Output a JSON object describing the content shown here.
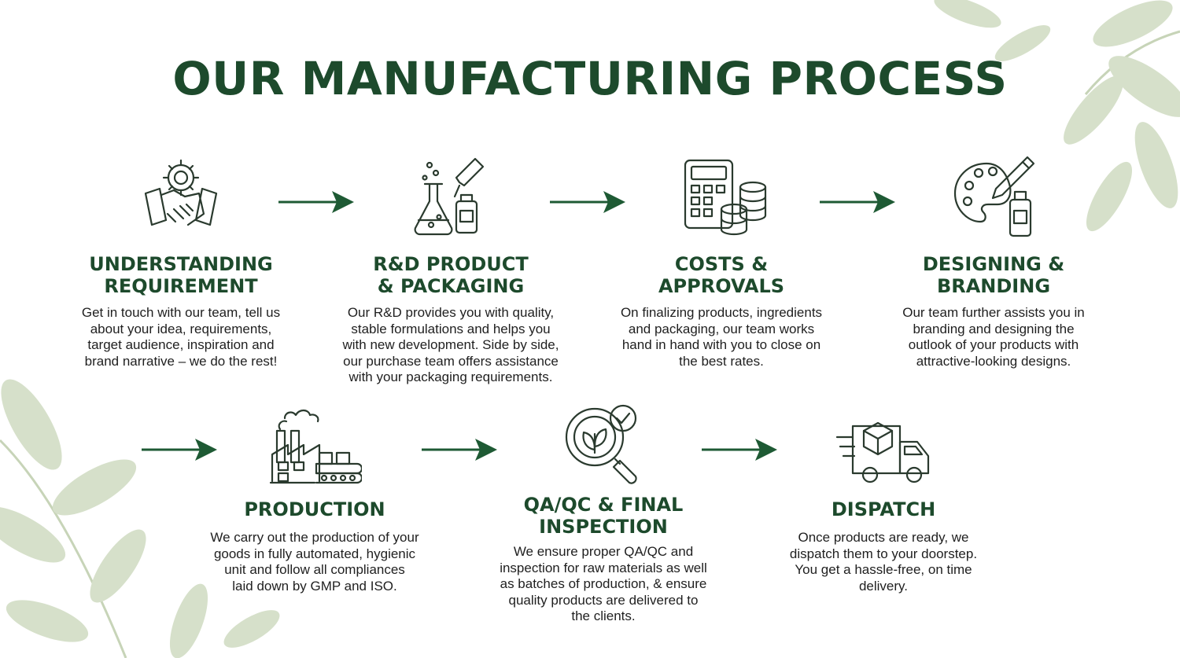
{
  "title": "OUR MANUFACTURING PROCESS",
  "colors": {
    "heading": "#1d4a2c",
    "arrow": "#1e5a34",
    "body_text": "#1f1f1f",
    "leaf": "#c9d6b8"
  },
  "steps": [
    {
      "icon": "handshake-gear-icon",
      "title_line1": "UNDERSTANDING",
      "title_line2": "REQUIREMENT",
      "desc_lines": [
        "Get in touch with our team, tell us",
        "about your idea, requirements,",
        "target audience, inspiration and",
        "brand narrative – we do the rest!"
      ]
    },
    {
      "icon": "lab-flask-dropper-icon",
      "title_line1": "R&D PRODUCT",
      "title_line2": "& PACKAGING",
      "desc_lines": [
        "Our R&D provides you with quality,",
        "stable formulations and helps you",
        "with new development. Side by side,",
        "our purchase team offers assistance",
        "with your packaging requirements."
      ]
    },
    {
      "icon": "calculator-coins-icon",
      "title_line1": "COSTS &",
      "title_line2": "APPROVALS",
      "desc_lines": [
        "On finalizing products, ingredients",
        "and packaging, our team works",
        "hand in hand with you to close on",
        "the best rates."
      ]
    },
    {
      "icon": "palette-pencil-icon",
      "title_line1": "DESIGNING &",
      "title_line2": "BRANDING",
      "desc_lines": [
        "Our team further assists you in",
        "branding and designing the",
        "outlook of your products with",
        "attractive-looking designs."
      ]
    },
    {
      "icon": "factory-icon",
      "title_line1": "PRODUCTION",
      "title_line2": "",
      "desc_lines": [
        "We carry out the production of your",
        "goods in fully automated, hygienic",
        "unit and follow all compliances",
        "laid down by GMP and ISO."
      ]
    },
    {
      "icon": "magnifier-leaf-check-icon",
      "title_line1": "QA/QC & FINAL",
      "title_line2": "INSPECTION",
      "desc_lines": [
        "We ensure proper QA/QC and",
        "inspection for raw materials as well",
        "as batches of production, & ensure",
        "quality products are delivered to",
        "the clients."
      ]
    },
    {
      "icon": "delivery-truck-icon",
      "title_line1": "DISPATCH",
      "title_line2": "",
      "desc_lines": [
        "Once products are ready, we",
        "dispatch them to your doorstep.",
        "You get a hassle-free, on time",
        "delivery."
      ]
    }
  ]
}
